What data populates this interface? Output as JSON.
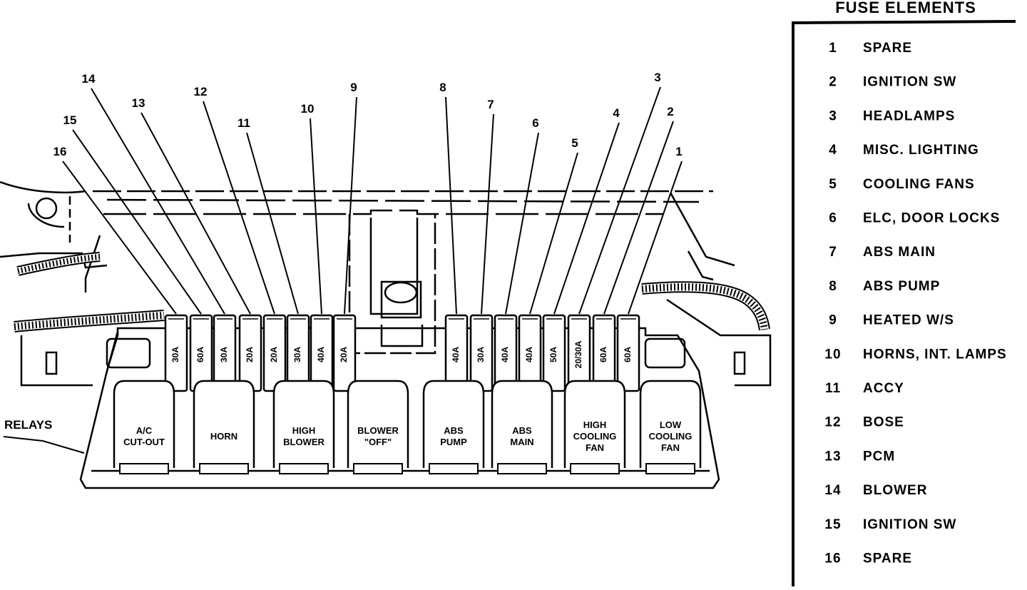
{
  "legend": {
    "title": "FUSE ELEMENTS",
    "items": [
      {
        "num": "1",
        "label": "SPARE"
      },
      {
        "num": "2",
        "label": "IGNITION SW"
      },
      {
        "num": "3",
        "label": "HEADLAMPS"
      },
      {
        "num": "4",
        "label": "MISC. LIGHTING"
      },
      {
        "num": "5",
        "label": "COOLING FANS"
      },
      {
        "num": "6",
        "label": "ELC, DOOR LOCKS"
      },
      {
        "num": "7",
        "label": "ABS MAIN"
      },
      {
        "num": "8",
        "label": "ABS PUMP"
      },
      {
        "num": "9",
        "label": "HEATED W/S"
      },
      {
        "num": "10",
        "label": "HORNS, INT. LAMPS"
      },
      {
        "num": "11",
        "label": "ACCY"
      },
      {
        "num": "12",
        "label": "BOSE"
      },
      {
        "num": "13",
        "label": "PCM"
      },
      {
        "num": "14",
        "label": "BLOWER"
      },
      {
        "num": "15",
        "label": "IGNITION SW"
      },
      {
        "num": "16",
        "label": "SPARE"
      }
    ]
  },
  "diagram": {
    "relays_label": "RELAYS",
    "fuses": [
      {
        "num": "16",
        "rating": "30A"
      },
      {
        "num": "15",
        "rating": "60A"
      },
      {
        "num": "14",
        "rating": "30A"
      },
      {
        "num": "13",
        "rating": "20A"
      },
      {
        "num": "12",
        "rating": "20A"
      },
      {
        "num": "11",
        "rating": "30A"
      },
      {
        "num": "10",
        "rating": "40A"
      },
      {
        "num": "9",
        "rating": "20A"
      },
      {
        "num": "8",
        "rating": "40A"
      },
      {
        "num": "7",
        "rating": "30A"
      },
      {
        "num": "6",
        "rating": "40A"
      },
      {
        "num": "5",
        "rating": "40A"
      },
      {
        "num": "4",
        "rating": "50A"
      },
      {
        "num": "3",
        "rating": "20/30A"
      },
      {
        "num": "2",
        "rating": "60A"
      },
      {
        "num": "1",
        "rating": "60A"
      }
    ],
    "relays": [
      {
        "lines": [
          "A/C",
          "CUT-OUT"
        ]
      },
      {
        "lines": [
          "HORN"
        ]
      },
      {
        "lines": [
          "HIGH",
          "BLOWER"
        ]
      },
      {
        "lines": [
          "BLOWER",
          "\"OFF\""
        ]
      },
      {
        "lines": [
          "ABS",
          "PUMP"
        ]
      },
      {
        "lines": [
          "ABS",
          "MAIN"
        ]
      },
      {
        "lines": [
          "HIGH",
          "COOLING",
          "FAN"
        ]
      },
      {
        "lines": [
          "LOW",
          "COOLING",
          "FAN"
        ]
      }
    ]
  }
}
